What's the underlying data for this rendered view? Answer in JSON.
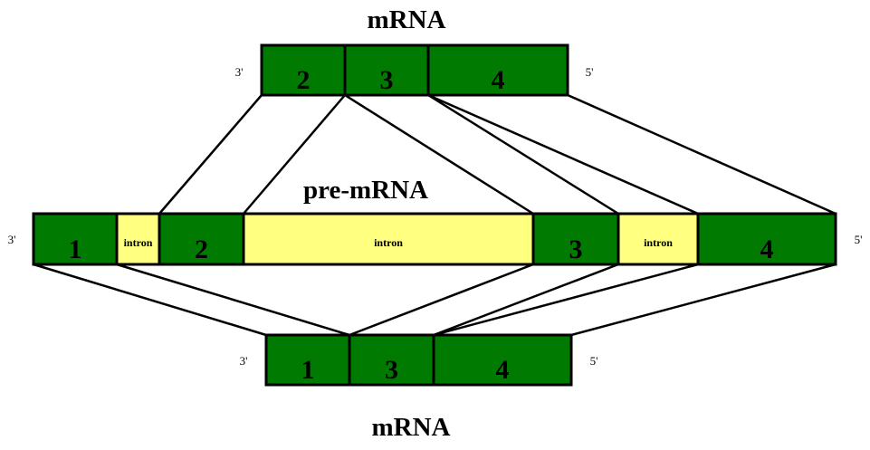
{
  "colors": {
    "exon": "#007a00",
    "intron": "#ffff80",
    "line": "#000000"
  },
  "top_mrna": {
    "title": "mRNA",
    "left_end": "3'",
    "right_end": "5'",
    "segments": [
      {
        "type": "exon",
        "label": "2"
      },
      {
        "type": "exon",
        "label": "3"
      },
      {
        "type": "exon",
        "label": "4"
      }
    ]
  },
  "pre_mrna": {
    "title": "pre-mRNA",
    "left_end": "3'",
    "right_end": "5'",
    "segments": [
      {
        "type": "exon",
        "label": "1"
      },
      {
        "type": "intron",
        "label": "intron"
      },
      {
        "type": "exon",
        "label": "2"
      },
      {
        "type": "intron",
        "label": "intron"
      },
      {
        "type": "exon",
        "label": "3"
      },
      {
        "type": "intron",
        "label": "intron"
      },
      {
        "type": "exon",
        "label": "4"
      }
    ]
  },
  "bottom_mrna": {
    "title": "mRNA",
    "left_end": "3'",
    "right_end": "5'",
    "segments": [
      {
        "type": "exon",
        "label": "1"
      },
      {
        "type": "exon",
        "label": "3"
      },
      {
        "type": "exon",
        "label": "4"
      }
    ]
  }
}
